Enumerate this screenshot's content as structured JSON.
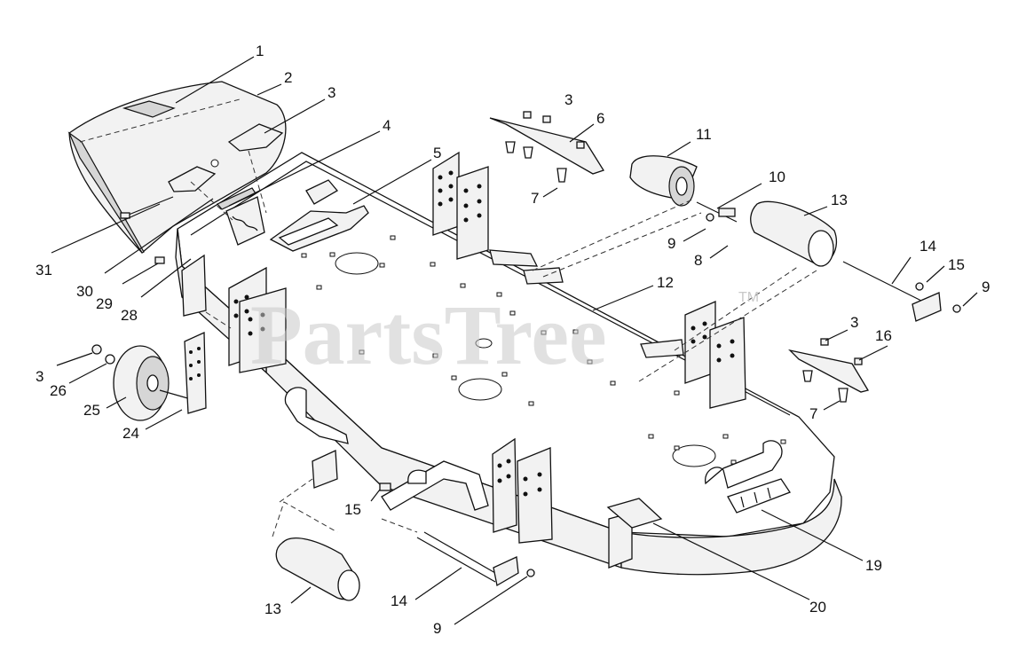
{
  "watermark": {
    "brand": "PartsTree",
    "trademark": "TM"
  },
  "callouts": [
    "1",
    "2",
    "3",
    "4",
    "5",
    "6",
    "3",
    "11",
    "10",
    "13",
    "31",
    "30",
    "29",
    "28",
    "7",
    "9",
    "8",
    "12",
    "14",
    "15",
    "9",
    "3",
    "26",
    "25",
    "24",
    "3",
    "16",
    "7",
    "15",
    "13",
    "14",
    "9",
    "20",
    "19"
  ]
}
